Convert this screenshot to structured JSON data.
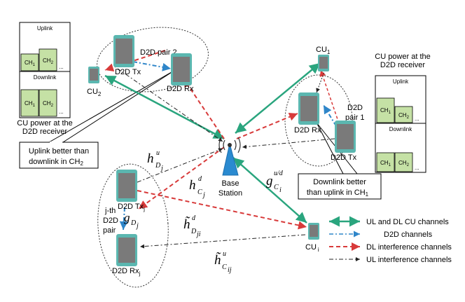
{
  "colors": {
    "ul_dl": "#2aa57e",
    "d2d": "#2f86c9",
    "dl_interference": "#d83a3a",
    "ul_interference": "#222222",
    "channel_fill": "#c5e1a5",
    "phone_body": "#5bb7b0",
    "phone_screen": "#7a7a7a"
  },
  "left_panel": {
    "uplink_title": "Uplink",
    "downlink_title": "Downlink",
    "ch1": "CH",
    "ch1_sub": "1",
    "ch2": "CH",
    "ch2_sub": "2",
    "dots": "...",
    "caption_line1": "CU power at the",
    "caption_line2": "D2D receiver"
  },
  "right_panel": {
    "caption_line1": "CU power at the",
    "caption_line2": "D2D receiver",
    "uplink_title": "Uplink",
    "downlink_title": "Downlink",
    "ch1": "CH",
    "ch1_sub": "1",
    "ch2": "CH",
    "ch2_sub": "2",
    "dots": "..."
  },
  "callouts": {
    "left_line1": "Uplink better than",
    "left_line2": "downlink in CH",
    "left_sub": "2",
    "right_line1": "Downlink better",
    "right_line2": "than uplink in CH",
    "right_sub": "1"
  },
  "nodes": {
    "cu2": "CU",
    "cu2_sub": "2",
    "cu1": "CU",
    "cu1_sub": "1",
    "cui": "CU",
    "cui_sub": "i",
    "d2d_tx_top": "D2D Tx",
    "d2d_rx_top": "D2D Rx",
    "d2d_pair2": "D2D pair 2",
    "d2d_rx_right": "D2D Rx",
    "d2d_tx_right": "D2D Tx",
    "d2d_pair1_line1": "D2D",
    "d2d_pair1_line2": "pair 1",
    "d2d_txj": "D2D Tx",
    "d2d_txj_sub": "j",
    "d2d_rxj": "D2D Rx",
    "d2d_rxj_sub": "j",
    "jth_line1": "j-th",
    "jth_line2": "D2D",
    "jth_line3": "pair",
    "bs_line1": "Base",
    "bs_line2": "Station"
  },
  "symbols": {
    "h_u_Dj": {
      "base": "h",
      "sup": "u",
      "sub": "D",
      "subsub": "j"
    },
    "h_d_Cj": {
      "base": "h",
      "sup": "d",
      "sub": "C",
      "subsub": "j"
    },
    "g_ud_Ci": {
      "base": "g",
      "sup": "u/d",
      "sub": "C",
      "subsub": "i"
    },
    "g_Dj": {
      "base": "g",
      "sub": "D",
      "subsub": "j"
    },
    "ht_d_Dji": {
      "base": "h̃",
      "sup": "d",
      "sub": "D",
      "subsub": "ji"
    },
    "ht_u_Cij": {
      "base": "h̃",
      "sup": "u",
      "sub": "C",
      "subsub": "ij"
    }
  },
  "legend": [
    {
      "label": "UL and DL CU channels",
      "style": "ul_dl"
    },
    {
      "label": "D2D channels",
      "style": "d2d"
    },
    {
      "label": "DL interference channels",
      "style": "dl_interference"
    },
    {
      "label": "UL interference channels",
      "style": "ul_interference"
    }
  ]
}
